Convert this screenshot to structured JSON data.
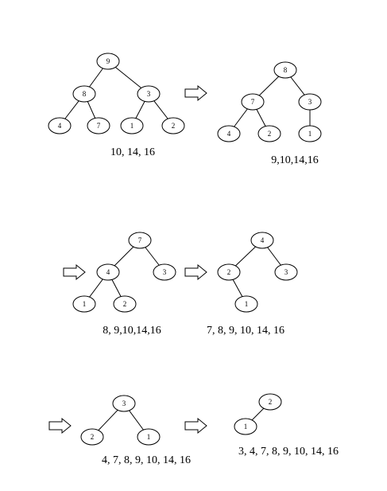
{
  "diagrams": [
    {
      "id": "tree-1",
      "caption": "10, 14, 16",
      "nodes": [
        {
          "id": "a",
          "label": "9"
        },
        {
          "id": "b",
          "label": "8"
        },
        {
          "id": "c",
          "label": "3"
        },
        {
          "id": "d",
          "label": "4"
        },
        {
          "id": "e",
          "label": "7"
        },
        {
          "id": "f",
          "label": "1"
        },
        {
          "id": "g",
          "label": "2"
        }
      ],
      "edges": [
        [
          "a",
          "b"
        ],
        [
          "a",
          "c"
        ],
        [
          "b",
          "d"
        ],
        [
          "b",
          "e"
        ],
        [
          "c",
          "f"
        ],
        [
          "c",
          "g"
        ]
      ]
    },
    {
      "id": "tree-2",
      "caption": "9,10,14,16",
      "nodes": [
        {
          "id": "a",
          "label": "8"
        },
        {
          "id": "b",
          "label": "7"
        },
        {
          "id": "c",
          "label": "3"
        },
        {
          "id": "d",
          "label": "4"
        },
        {
          "id": "e",
          "label": "2"
        },
        {
          "id": "f",
          "label": "1"
        }
      ],
      "edges": [
        [
          "a",
          "b"
        ],
        [
          "a",
          "c"
        ],
        [
          "b",
          "d"
        ],
        [
          "b",
          "e"
        ],
        [
          "c",
          "f"
        ]
      ]
    },
    {
      "id": "tree-3",
      "caption": "8, 9,10,14,16",
      "nodes": [
        {
          "id": "a",
          "label": "7"
        },
        {
          "id": "b",
          "label": "4"
        },
        {
          "id": "c",
          "label": "3"
        },
        {
          "id": "d",
          "label": "1"
        },
        {
          "id": "e",
          "label": "2"
        }
      ],
      "edges": [
        [
          "a",
          "b"
        ],
        [
          "a",
          "c"
        ],
        [
          "b",
          "d"
        ],
        [
          "b",
          "e"
        ]
      ]
    },
    {
      "id": "tree-4",
      "caption": "7, 8, 9, 10, 14, 16",
      "nodes": [
        {
          "id": "a",
          "label": "4"
        },
        {
          "id": "b",
          "label": "2"
        },
        {
          "id": "c",
          "label": "3"
        },
        {
          "id": "d",
          "label": "1"
        }
      ],
      "edges": [
        [
          "a",
          "b"
        ],
        [
          "a",
          "c"
        ],
        [
          "b",
          "d"
        ]
      ]
    },
    {
      "id": "tree-5",
      "caption": "4, 7, 8, 9, 10, 14, 16",
      "nodes": [
        {
          "id": "a",
          "label": "3"
        },
        {
          "id": "b",
          "label": "2"
        },
        {
          "id": "c",
          "label": "1"
        }
      ],
      "edges": [
        [
          "a",
          "b"
        ],
        [
          "a",
          "c"
        ]
      ]
    },
    {
      "id": "tree-6",
      "caption": "3, 4, 7, 8, 9, 10, 14, 16",
      "nodes": [
        {
          "id": "a",
          "label": "2"
        },
        {
          "id": "b",
          "label": "1"
        }
      ],
      "edges": [
        [
          "a",
          "b"
        ]
      ]
    }
  ],
  "arrows": [
    {
      "id": "arrow-1",
      "icon": "right-arrow-icon"
    },
    {
      "id": "arrow-2",
      "icon": "right-arrow-icon"
    },
    {
      "id": "arrow-3",
      "icon": "right-arrow-icon"
    },
    {
      "id": "arrow-4",
      "icon": "right-arrow-icon"
    },
    {
      "id": "arrow-5",
      "icon": "right-arrow-icon"
    }
  ]
}
